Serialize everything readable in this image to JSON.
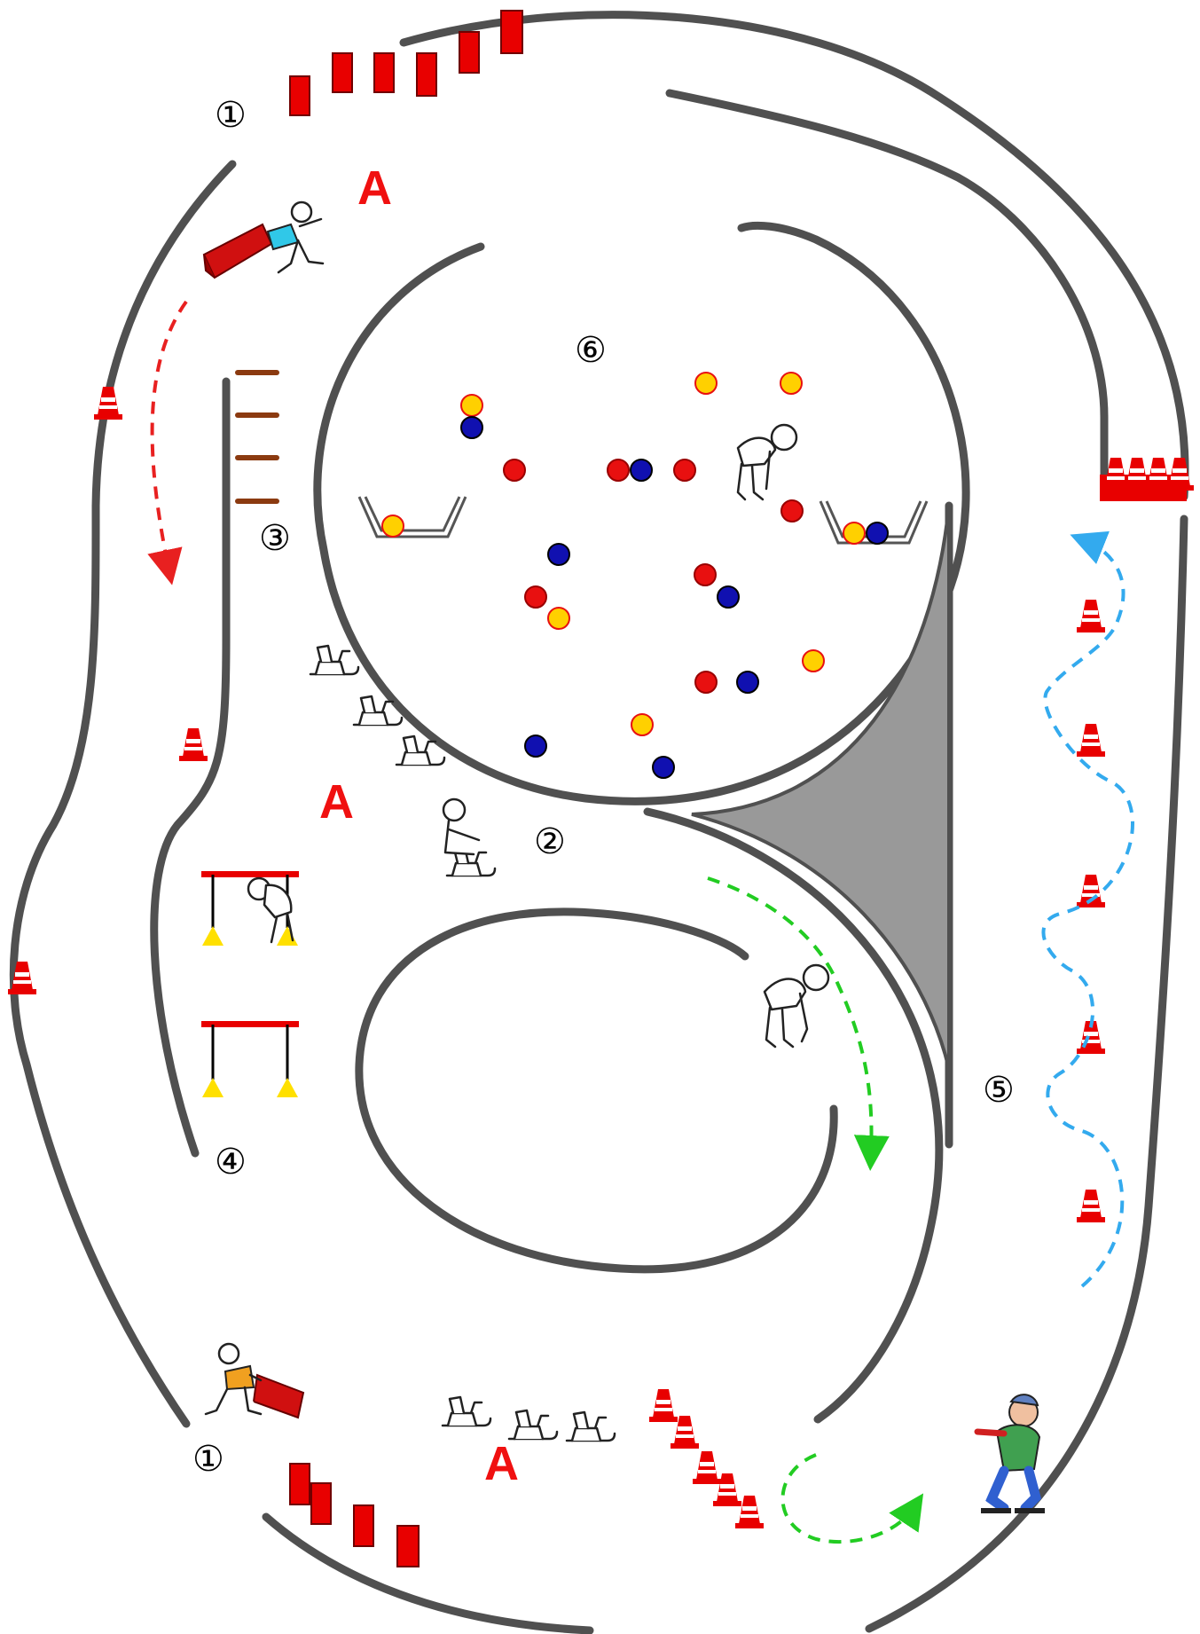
{
  "stations": {
    "s1_top": "①",
    "s1_bottom": "①",
    "s2": "②",
    "s3": "③",
    "s4": "④",
    "s5": "⑤",
    "s6": "⑥"
  },
  "zones": {
    "a_top": "A",
    "a_middle": "A",
    "a_bottom": "A"
  },
  "colors": {
    "wall": "#505050",
    "block": "#e80000",
    "zone_letter": "#f01010",
    "ball_red": "#e81010",
    "ball_blue": "#1010b0",
    "ball_yellow": "#ffd000",
    "ramp": "#999999",
    "path_red": "#e82020",
    "path_green": "#22cc22",
    "path_blue": "#33aaee",
    "ladder": "#8b3a10"
  },
  "icons": [
    "cone-icon",
    "block-icon",
    "ball-icon",
    "child-pushing-block-icon",
    "sled-icon",
    "bent-over-child-icon",
    "skater-icon",
    "hurdle-icon",
    "ladder-icon",
    "basket-icon"
  ]
}
